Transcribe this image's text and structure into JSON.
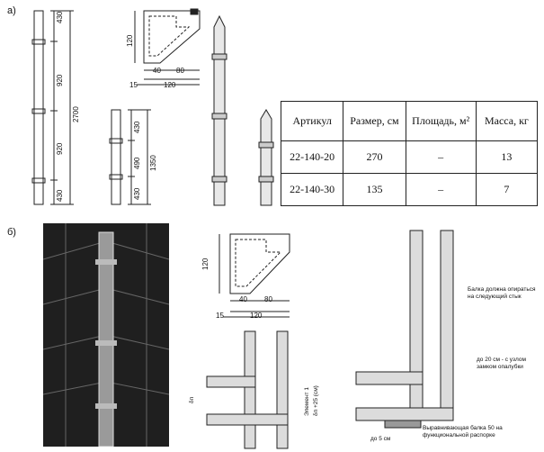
{
  "labels": {
    "section_a": "а)",
    "section_b": "б)"
  },
  "dims_a": {
    "tall_top": "430",
    "tall_mid1": "920",
    "tall_mid2": "920",
    "tall_bot": "430",
    "tall_total": "2700",
    "short_top": "430",
    "short_mid": "490",
    "short_bot": "430",
    "short_total": "1350",
    "corner_h": "120",
    "corner_40": "40",
    "corner_80": "80",
    "corner_15": "15",
    "corner_120": "120"
  },
  "dims_b": {
    "corner_h": "120",
    "corner_40": "40",
    "corner_80": "80",
    "corner_15": "15",
    "corner_120": "120"
  },
  "table": {
    "headers": [
      "Артикул",
      "Размер, см",
      "Площадь, м²",
      "Масса, кг"
    ],
    "rows": [
      [
        "22-140-20",
        "270",
        "–",
        "13"
      ],
      [
        "22-140-30",
        "135",
        "–",
        "7"
      ]
    ]
  },
  "notes": {
    "element": "Элемент 1",
    "delta_formula": "δп +25 (см)",
    "delta": "δп",
    "beam_rest": "Балка должна опираться на следующий стык",
    "upto20": "до 20 см - с узлом замком опалубки",
    "upto5": "до 5 см",
    "beam_level": "Выравнивающая балка 50 на функциональной распорке"
  }
}
